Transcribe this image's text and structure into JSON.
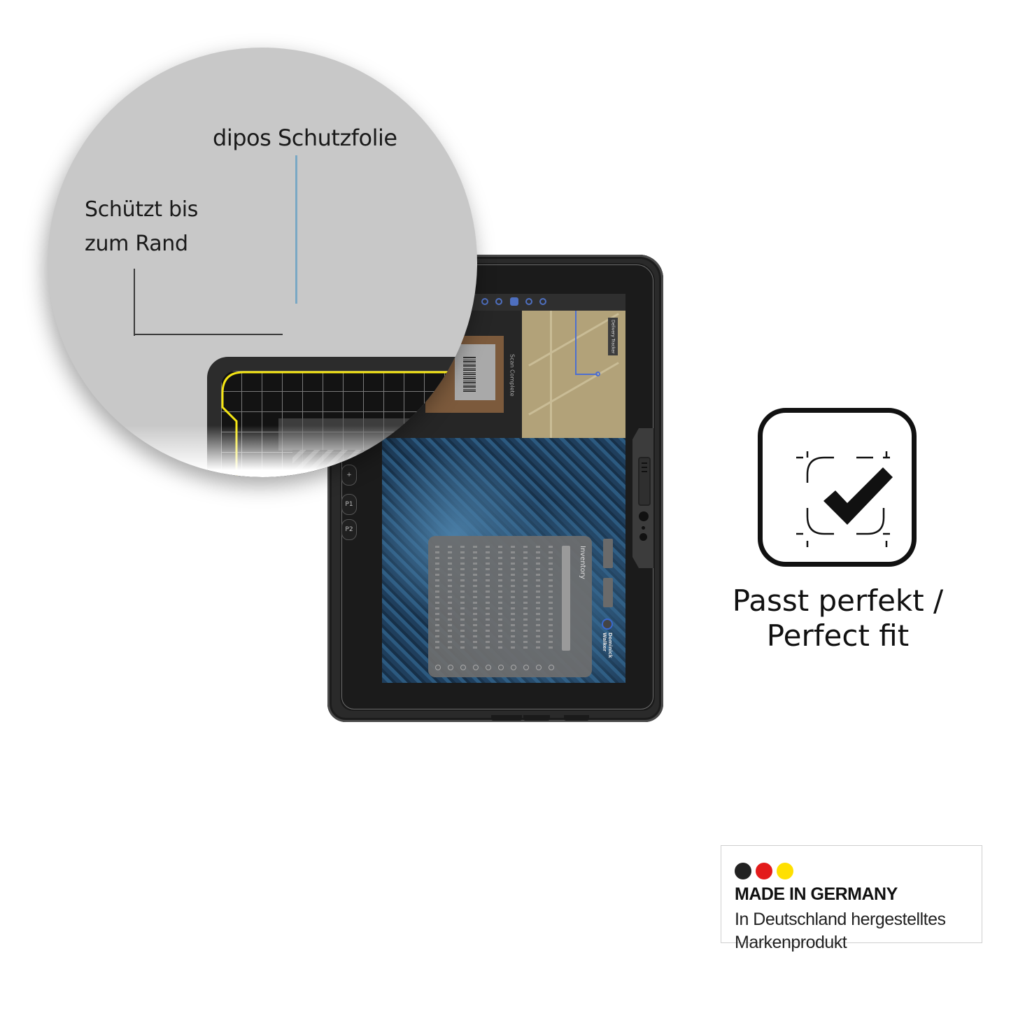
{
  "callouts": {
    "film_label": "dipos Schutzfolie",
    "edge_label_line1": "Schützt bis",
    "edge_label_line2": "zum Rand",
    "film_line_color": "#7aa8c4",
    "edge_line_color": "#3a3a3a"
  },
  "fit_badge": {
    "icon": "check-in-frame-icon",
    "caption_line1": "Passt perfekt /",
    "caption_line2": "Perfect fit"
  },
  "made_in_germany": {
    "dots": [
      {
        "color": "#222222"
      },
      {
        "color": "#e31b1b"
      },
      {
        "color": "#ffe000"
      }
    ],
    "title": "MADE IN GERMANY",
    "subtitle_line1": "In Deutschland hergestelltes",
    "subtitle_line2": "Markenprodukt"
  },
  "tablet": {
    "side_buttons": [
      "+",
      "P1",
      "P2"
    ],
    "screen": {
      "scan_status": "Scan Complete",
      "map_badge": "Delivery Tracker",
      "inventory_title": "Inventory",
      "user_name": "Dominick Walker",
      "inventory_rows": 10
    },
    "highlight_color": "#f5e614"
  }
}
